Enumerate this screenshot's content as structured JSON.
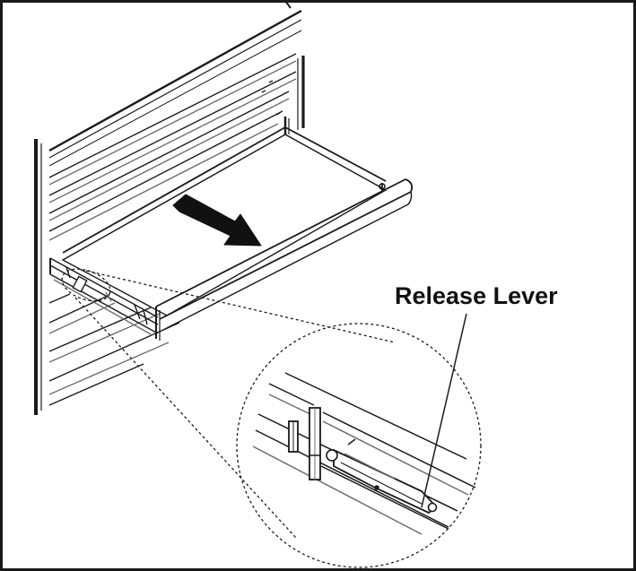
{
  "diagram": {
    "callout": {
      "label": "Release Lever"
    },
    "colors": {
      "line": "#1a1a1a",
      "light_line": "#6e6e6e",
      "fill": "#ffffff",
      "arrow": "#111111",
      "background": "#ffffff"
    },
    "elements": [
      "rack-wall",
      "tray",
      "pull-direction-arrow",
      "rail",
      "magnified-inset",
      "release-lever"
    ]
  }
}
